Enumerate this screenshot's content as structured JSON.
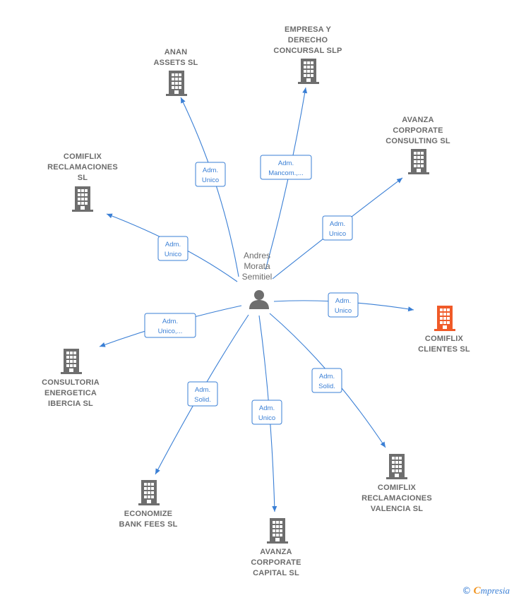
{
  "person": {
    "lines": [
      "Andres",
      "Morata",
      "Semitiel"
    ],
    "icon": "person-icon"
  },
  "colors": {
    "edge": "#3a7fd5",
    "building": "#6e6e6e",
    "highlight": "#f05a28",
    "text": "#6b6b6b"
  },
  "companies": [
    {
      "id": "anan",
      "lines": [
        "ANAN",
        "ASSETS  SL"
      ],
      "role": [
        "Adm.",
        "Unico"
      ],
      "icon": "building-icon"
    },
    {
      "id": "empresa",
      "lines": [
        "EMPRESA Y",
        "DERECHO",
        "CONCURSAL SLP"
      ],
      "role": [
        "Adm.",
        "Mancom.,..."
      ],
      "icon": "building-icon"
    },
    {
      "id": "avanza-consulting",
      "lines": [
        "AVANZA",
        "CORPORATE",
        "CONSULTING SL"
      ],
      "role": [
        "Adm.",
        "Unico"
      ],
      "icon": "building-icon"
    },
    {
      "id": "comiflix-reclamaciones",
      "lines": [
        "COMIFLIX",
        "RECLAMACIONES",
        "SL"
      ],
      "role": [
        "Adm.",
        "Unico"
      ],
      "icon": "building-icon"
    },
    {
      "id": "comiflix-clientes",
      "lines": [
        "COMIFLIX",
        "CLIENTES  SL"
      ],
      "role": [
        "Adm.",
        "Unico"
      ],
      "icon": "building-icon",
      "highlight": true
    },
    {
      "id": "consultoria",
      "lines": [
        "CONSULTORIA",
        "ENERGETICA",
        "IBERCIA  SL"
      ],
      "role": [
        "Adm.",
        "Unico,..."
      ],
      "icon": "building-icon"
    },
    {
      "id": "comiflix-valencia",
      "lines": [
        "COMIFLIX",
        "RECLAMACIONES",
        "VALENCIA  SL"
      ],
      "role": [
        "Adm.",
        "Solid."
      ],
      "icon": "building-icon"
    },
    {
      "id": "economize",
      "lines": [
        "ECONOMIZE",
        "BANK FEES  SL"
      ],
      "role": [
        "Adm.",
        "Solid."
      ],
      "icon": "building-icon"
    },
    {
      "id": "avanza-capital",
      "lines": [
        "AVANZA",
        "CORPORATE",
        "CAPITAL SL"
      ],
      "role": [
        "Adm.",
        "Unico"
      ],
      "icon": "building-icon"
    }
  ],
  "footer": {
    "copyright": "©",
    "brand_first": "C",
    "brand_rest": "mpresia"
  }
}
